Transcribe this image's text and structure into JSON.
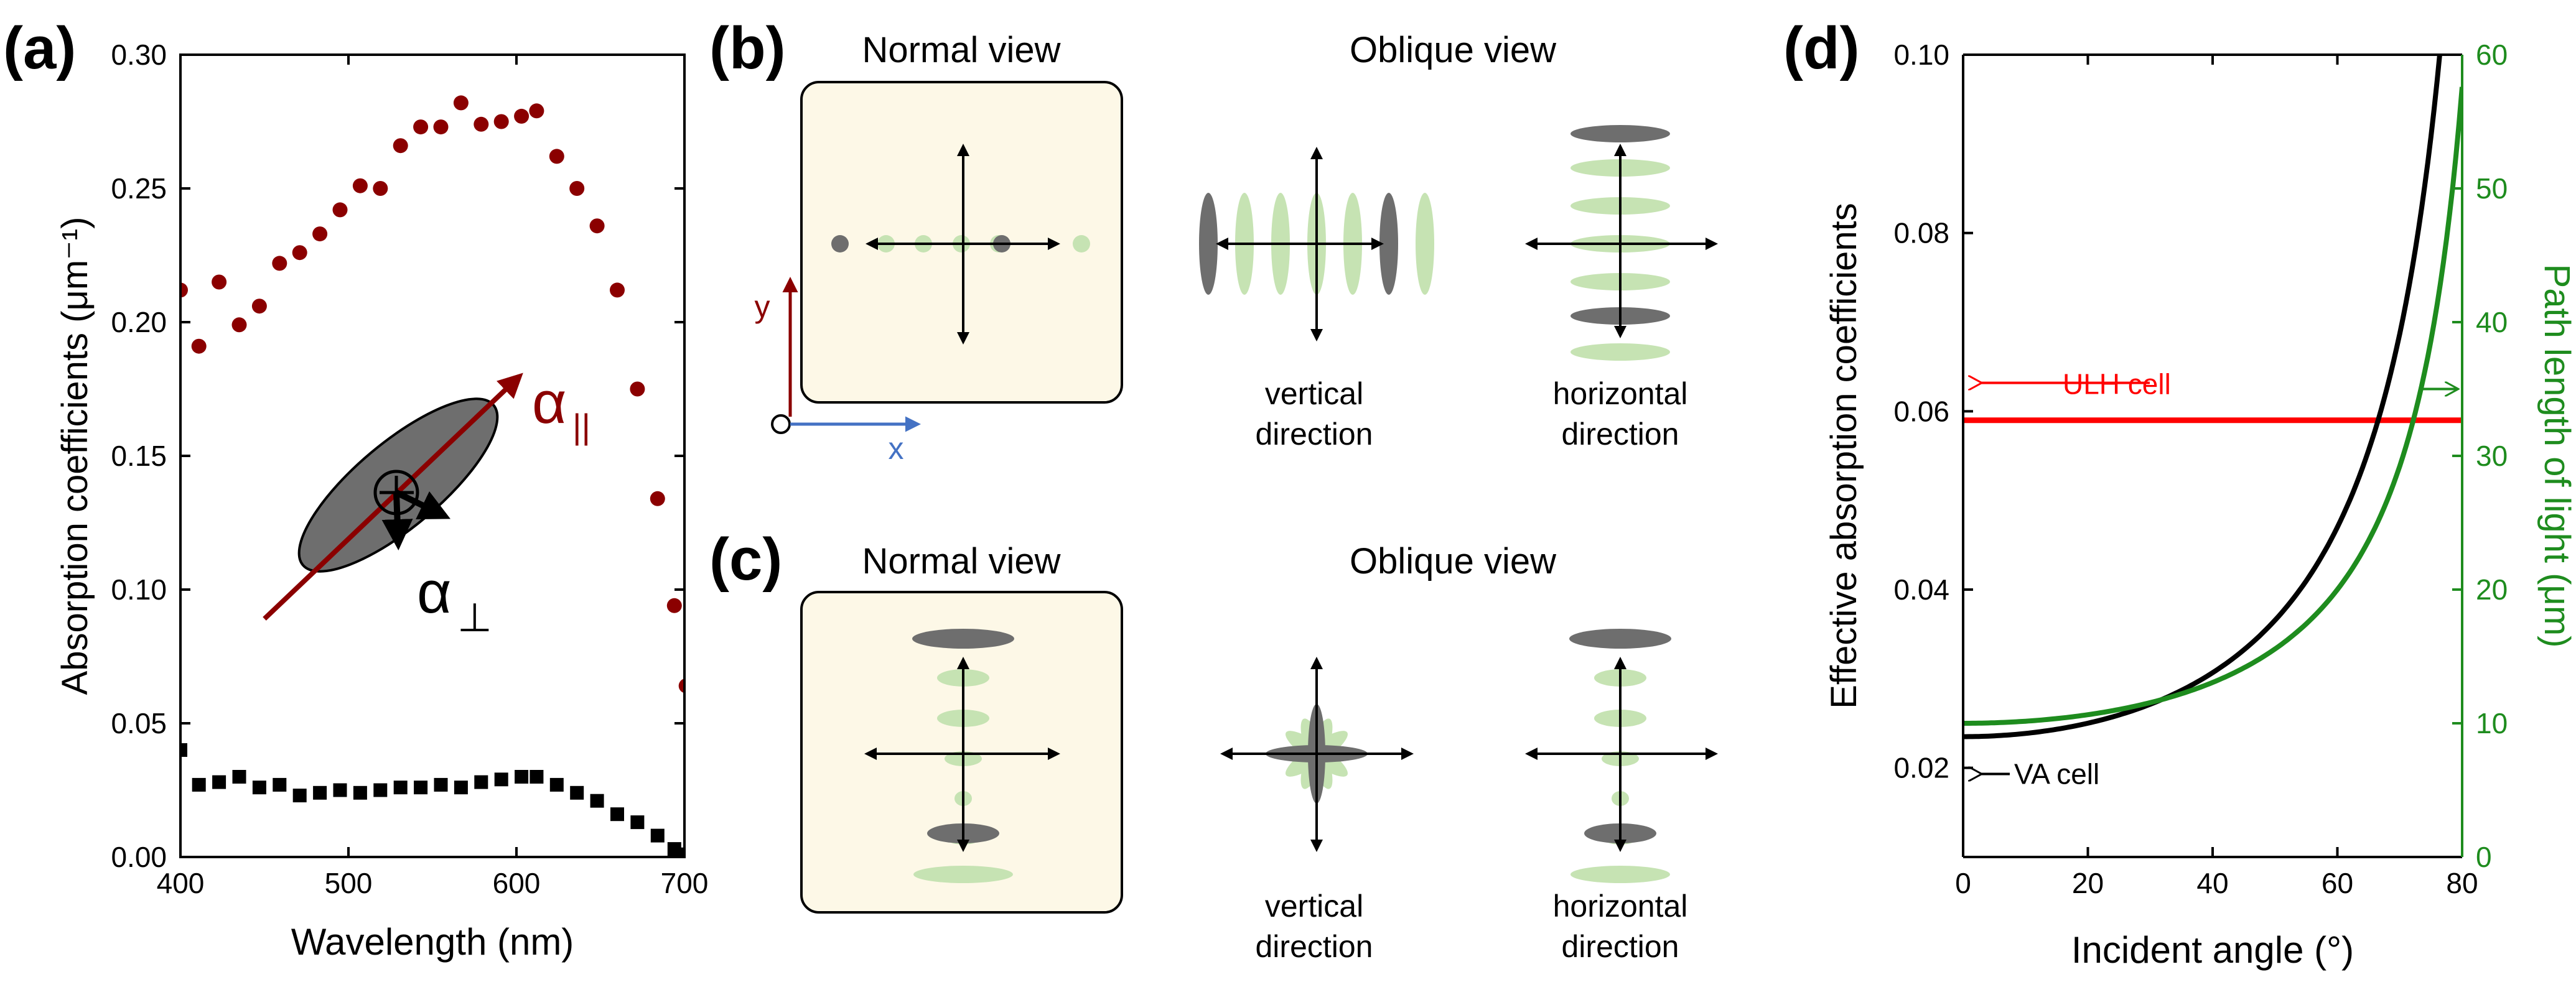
{
  "panel_labels": [
    "(a)",
    "(b)",
    "(c)",
    "(d)"
  ],
  "colors": {
    "dark_red": "#8b0000",
    "red": "#ff0000",
    "green": "#1e8c1e",
    "black": "#000000",
    "gray_ellipse": "#6e6e6e",
    "light_green": "#c6e3b3",
    "panel_bg": "#fdf8e7",
    "blue": "#4472c4"
  },
  "chart_data": [
    {
      "type": "scatter",
      "panel": "(a)",
      "xlabel": "Wavelength (nm)",
      "ylabel": "Absorption coefficients (μm⁻¹)",
      "xlim": [
        400,
        700
      ],
      "ylim": [
        0,
        0.3
      ],
      "x_ticks": [
        "400",
        "500",
        "600",
        "700"
      ],
      "y_ticks": [
        "0.00",
        "0.05",
        "0.10",
        "0.15",
        "0.20",
        "0.25",
        "0.30"
      ],
      "annotations": {
        "alpha_par": "α",
        "alpha_par_sub": "||",
        "alpha_perp": "α",
        "alpha_perp_sub": "⊥"
      },
      "series": [
        {
          "marker": "circle",
          "color": "#8b0000",
          "x": [
            400,
            411,
            423,
            435,
            447,
            459,
            471,
            483,
            495,
            507,
            519,
            531,
            543,
            555,
            567,
            579,
            591,
            603,
            612,
            624,
            636,
            648,
            660,
            672,
            684,
            694,
            701
          ],
          "y": [
            0.212,
            0.191,
            0.215,
            0.199,
            0.206,
            0.222,
            0.226,
            0.233,
            0.242,
            0.251,
            0.25,
            0.266,
            0.273,
            0.273,
            0.282,
            0.274,
            0.275,
            0.277,
            0.279,
            0.262,
            0.25,
            0.236,
            0.212,
            0.175,
            0.134,
            0.094,
            0.064
          ]
        },
        {
          "marker": "square",
          "color": "#000000",
          "x": [
            400,
            411,
            423,
            435,
            447,
            459,
            471,
            483,
            495,
            507,
            519,
            531,
            543,
            555,
            567,
            579,
            591,
            603,
            612,
            624,
            636,
            648,
            660,
            672,
            684,
            694,
            701
          ],
          "y": [
            0.04,
            0.027,
            0.028,
            0.03,
            0.026,
            0.027,
            0.023,
            0.024,
            0.025,
            0.024,
            0.025,
            0.026,
            0.026,
            0.027,
            0.026,
            0.028,
            0.029,
            0.03,
            0.03,
            0.027,
            0.024,
            0.021,
            0.016,
            0.013,
            0.008,
            0.003,
            0.001
          ]
        }
      ]
    },
    {
      "type": "line",
      "panel": "(d)",
      "xlabel": "Incident angle (°)",
      "ylabel": "Effective absorption coefficients",
      "y2label": "Path length of light (μm)",
      "xlim": [
        0,
        80
      ],
      "ylim": [
        0.01,
        0.1
      ],
      "y2lim": [
        0,
        60
      ],
      "x_ticks": [
        "0",
        "20",
        "40",
        "60",
        "80"
      ],
      "y_ticks": [
        "0.02",
        "0.04",
        "0.06",
        "0.08",
        "0.10"
      ],
      "y2_ticks": [
        "0",
        "10",
        "20",
        "30",
        "40",
        "50",
        "60"
      ],
      "series": [
        {
          "label": "ULH cell",
          "color": "#ff0000",
          "axis": "left",
          "formula": "constant",
          "value": 0.059
        },
        {
          "label": "VA cell",
          "color": "#000000",
          "axis": "left",
          "formula": "a0/cos(theta)",
          "a0": 0.0235
        },
        {
          "color": "#1e8c1e",
          "axis": "right",
          "formula": "L0/cos(theta)",
          "L0": 10
        }
      ]
    }
  ],
  "panel_b": {
    "normal_view_title": "Normal view",
    "oblique_view_title": "Oblique view",
    "axis_y": "y",
    "axis_x": "x",
    "caption_vertical_1": "vertical",
    "caption_vertical_2": "direction",
    "caption_horizontal_1": "horizontal",
    "caption_horizontal_2": "direction"
  },
  "panel_c": {
    "normal_view_title": "Normal view",
    "oblique_view_title": "Oblique view",
    "caption_vertical_1": "vertical",
    "caption_vertical_2": "direction",
    "caption_horizontal_1": "horizontal",
    "caption_horizontal_2": "direction"
  }
}
